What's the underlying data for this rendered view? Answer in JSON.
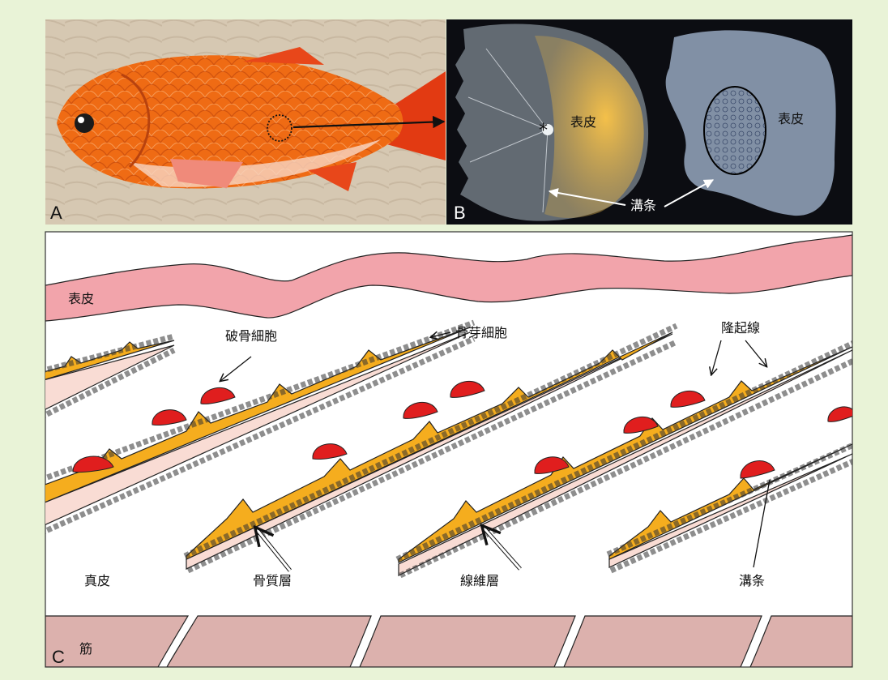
{
  "panels": {
    "a": {
      "letter": "A"
    },
    "b": {
      "letter": "B",
      "asterisk": "*",
      "epidermis_left": "表皮",
      "epidermis_right": "表皮",
      "groove": "溝条"
    },
    "c": {
      "letter": "C",
      "epidermis": "表皮",
      "osteoclast": "破骨細胞",
      "osteoblast": "骨芽細胞",
      "ridge_line": "隆起線",
      "dermis": "真皮",
      "bone_layer": "骨質層",
      "fibrous_layer": "線維層",
      "groove": "溝条",
      "muscle": "筋"
    }
  },
  "colors": {
    "background": "#e9f3d7",
    "epidermis": "#f2a4ab",
    "bone_layer": "#f5ad1e",
    "fibrous_layer": "#f9dcd4",
    "osteoclast": "#e01e1e",
    "muscle": "#dcb1ad",
    "goldfish": "#ef6b14"
  }
}
